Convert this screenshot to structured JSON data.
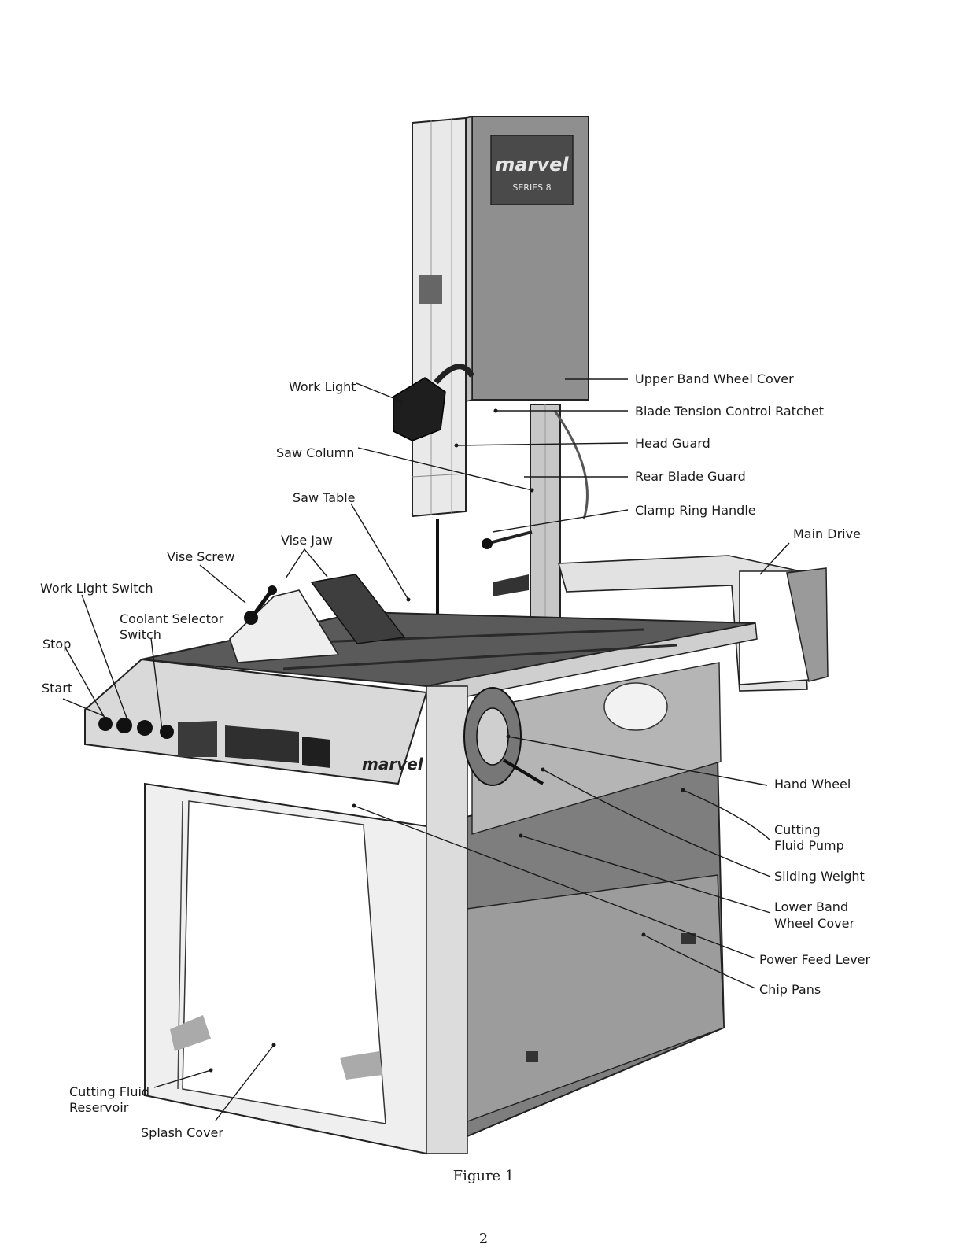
{
  "logo_text": "marvel",
  "logo_subtext": "SERIES 8",
  "labels": {
    "work_light": "Work Light",
    "saw_column": "Saw Column",
    "saw_table": "Saw Table",
    "vise_jaw": "Vise Jaw",
    "vise_screw": "Vise Screw",
    "work_light_switch": "Work Light Switch",
    "coolant_selector_1": "Coolant Selector",
    "coolant_selector_2": "Switch",
    "stop": "Stop",
    "start": "Start",
    "upper_band_wheel_cover": "Upper Band Wheel Cover",
    "blade_tension_control_ratchet": "Blade Tension Control Ratchet",
    "head_guard": "Head Guard",
    "rear_blade_guard": "Rear Blade Guard",
    "clamp_ring_handle": "Clamp Ring Handle",
    "main_drive": "Main Drive",
    "hand_wheel": "Hand Wheel",
    "cutting_fluid_pump_1": "Cutting",
    "cutting_fluid_pump_2": "Fluid Pump",
    "sliding_weight": "Sliding Weight",
    "lower_band_wheel_cover_1": "Lower Band",
    "lower_band_wheel_cover_2": "Wheel Cover",
    "power_feed_lever": "Power Feed Lever",
    "chip_pans": "Chip Pans",
    "cutting_fluid_reservoir_1": "Cutting Fluid",
    "cutting_fluid_reservoir_2": "Reservoir",
    "splash_cover": "Splash Cover"
  },
  "caption": "Figure 1",
  "page_number": "2"
}
